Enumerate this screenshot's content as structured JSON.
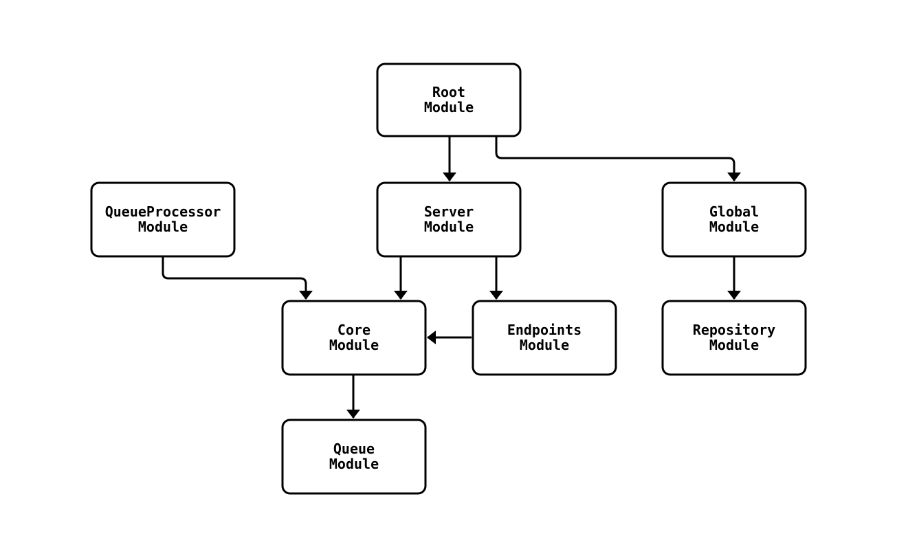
{
  "diagram": {
    "type": "flowchart",
    "direction": "top-down",
    "colors": {
      "background": "#ffffff",
      "node_fill": "#ffffff",
      "node_border": "#000000",
      "edge_stroke": "#000000",
      "text": "#000000"
    },
    "nodes": [
      {
        "id": "root",
        "line1": "Root",
        "line2": "Module"
      },
      {
        "id": "queue-processor",
        "line1": "QueueProcessor",
        "line2": "Module"
      },
      {
        "id": "server",
        "line1": "Server",
        "line2": "Module"
      },
      {
        "id": "global",
        "line1": "Global",
        "line2": "Module"
      },
      {
        "id": "core",
        "line1": "Core",
        "line2": "Module"
      },
      {
        "id": "endpoints",
        "line1": "Endpoints",
        "line2": "Module"
      },
      {
        "id": "repository",
        "line1": "Repository",
        "line2": "Module"
      },
      {
        "id": "queue",
        "line1": "Queue",
        "line2": "Module"
      }
    ],
    "edges": [
      {
        "from": "root",
        "to": "server"
      },
      {
        "from": "root",
        "to": "global"
      },
      {
        "from": "queue-processor",
        "to": "core"
      },
      {
        "from": "server",
        "to": "core"
      },
      {
        "from": "server",
        "to": "endpoints"
      },
      {
        "from": "endpoints",
        "to": "core"
      },
      {
        "from": "global",
        "to": "repository"
      },
      {
        "from": "core",
        "to": "queue"
      }
    ]
  }
}
